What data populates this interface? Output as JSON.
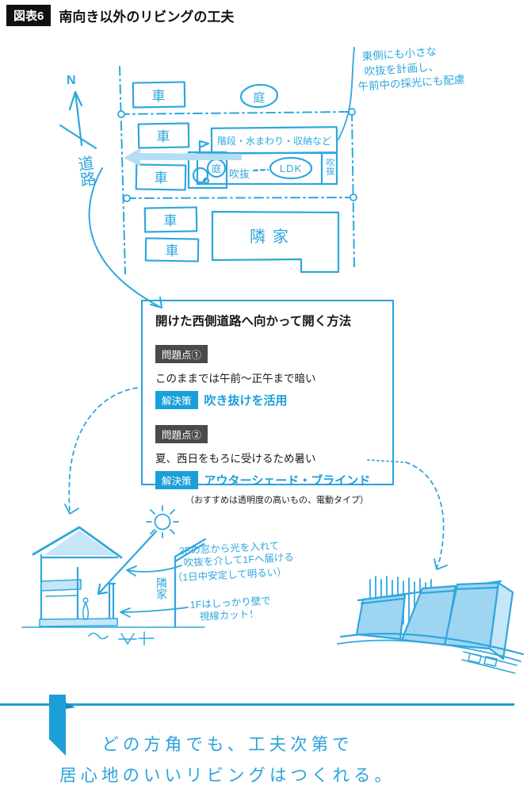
{
  "header": {
    "tag": "図表6",
    "title": "南向き以外のリビングの工夫"
  },
  "site_plan": {
    "north": "N",
    "road": "道路",
    "garden": "庭",
    "car": "車",
    "services": "階段・水まわり・収納など",
    "void": "吹抜",
    "courtyard": "庭",
    "ldk": "LDK",
    "void_side": "吹抜",
    "neighbor": "隣家",
    "east_note_lines": [
      "東側にも小さな",
      "吹抜を計画し、",
      "午前中の採光にも配慮"
    ]
  },
  "method_box": {
    "title": "開けた西側道路へ向かって開く方法",
    "problem1": {
      "badge": "問題点①",
      "desc": "このままでは午前〜正午まで暗い",
      "solution_badge": "解決策",
      "solution": "吹き抜けを活用"
    },
    "problem2": {
      "badge": "問題点②",
      "desc": "夏、西日をもろに受けるため暑い",
      "solution_badge": "解決策",
      "solution": "アウターシェード・ブラインド",
      "note": "（おすすめは透明度の高いもの、電動タイプ）"
    }
  },
  "house_sketch": {
    "light_note_lines": [
      "2Fの窓から光を入れて",
      "吹抜を介して1Fへ届ける",
      "（1日中安定して明るい）"
    ],
    "neighbor": "隣家",
    "wall_note_lines": [
      "1Fはしっかり壁で",
      "視線カット！"
    ]
  },
  "footer": {
    "line1": "どの方角でも、工夫次第で",
    "line2": "居心地のいいリビングはつくれる。"
  },
  "colors": {
    "sketch_blue": "#2fa7de",
    "accent_blue": "#1b9fd8",
    "light_fill": "#b3def5",
    "panel_fill": "#9ed5f1",
    "badge_gray": "#4a4a4a"
  }
}
